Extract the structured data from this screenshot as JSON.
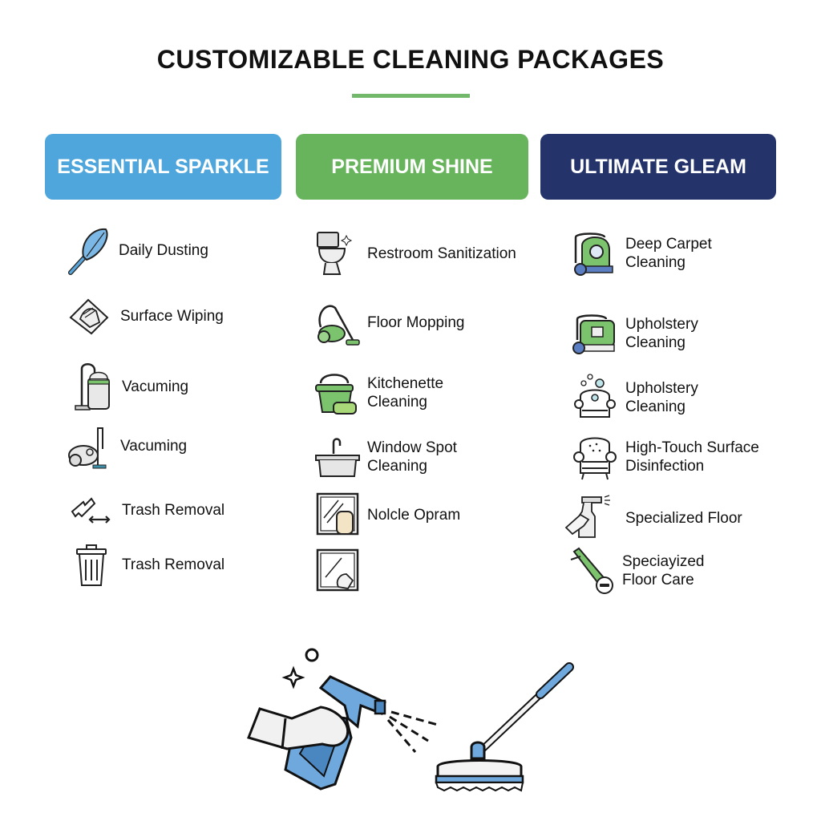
{
  "page": {
    "title": "CUSTOMIZABLE CLEANING PACKAGES",
    "accent_color": "#72b86a"
  },
  "packages": [
    {
      "name": "ESSENTIAL SPARKLE",
      "color": "#4ea6dc",
      "items": [
        {
          "label": "Daily Dusting",
          "icon": "feather-duster-icon"
        },
        {
          "label": "Surface Wiping",
          "icon": "cloth-wipe-icon"
        },
        {
          "label": "Vacuming",
          "icon": "canister-vacuum-icon"
        },
        {
          "label": "Vacuming",
          "icon": "vacuum-cleaner-icon"
        },
        {
          "label": "Trash Removal",
          "icon": "trash-arrow-icon"
        },
        {
          "label": "Trash Removal",
          "icon": "trash-can-icon"
        }
      ]
    },
    {
      "name": "PREMIUM SHINE",
      "color": "#67b45c",
      "items": [
        {
          "label": "Restroom Sanitization",
          "icon": "toilet-icon"
        },
        {
          "label": "Floor Mopping",
          "icon": "green-vacuum-icon"
        },
        {
          "label": "Kitchenette Cleaning",
          "icon": "bucket-sponge-icon"
        },
        {
          "label": "Window Spot Cleaning",
          "icon": "sink-icon"
        },
        {
          "label": "Nolcle Opram",
          "icon": "window-sponge-icon"
        },
        {
          "label": "",
          "icon": "window-glove-icon"
        }
      ]
    },
    {
      "name": "ULTIMATE GLEAM",
      "color": "#24346b",
      "items": [
        {
          "label": "Deep Carpet Cleaning",
          "icon": "carpet-cleaner-icon"
        },
        {
          "label": "Upholstery Cleaning",
          "icon": "carpet-machine-icon"
        },
        {
          "label": "Upholstery Cleaning",
          "icon": "bubbly-armchair-icon"
        },
        {
          "label": "High-Touch Surface Disinfection",
          "icon": "armchair-icon"
        },
        {
          "label": "Specialized Floor",
          "icon": "spray-bottle-hand-icon"
        },
        {
          "label": "Speciayized Floor Care",
          "icon": "floor-scrubber-icon"
        }
      ]
    }
  ],
  "footer_illustration": {
    "left": "hand-spray-bottle-icon",
    "right": "scrub-brush-mop-icon"
  }
}
